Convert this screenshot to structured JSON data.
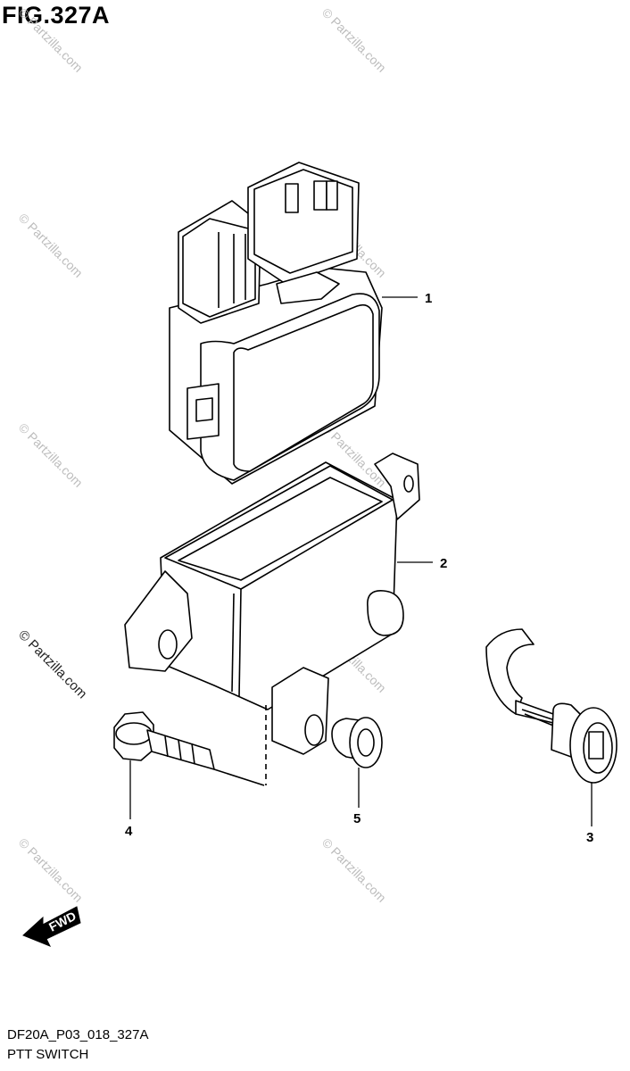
{
  "figure": {
    "title": "FIG.327A",
    "code": "DF20A_P03_018_327A",
    "subtitle": "PTT SWITCH"
  },
  "callouts": [
    "1",
    "2",
    "3",
    "4",
    "5"
  ],
  "watermark": {
    "text": "© Partzilla.com"
  },
  "direction_label": "FWD"
}
